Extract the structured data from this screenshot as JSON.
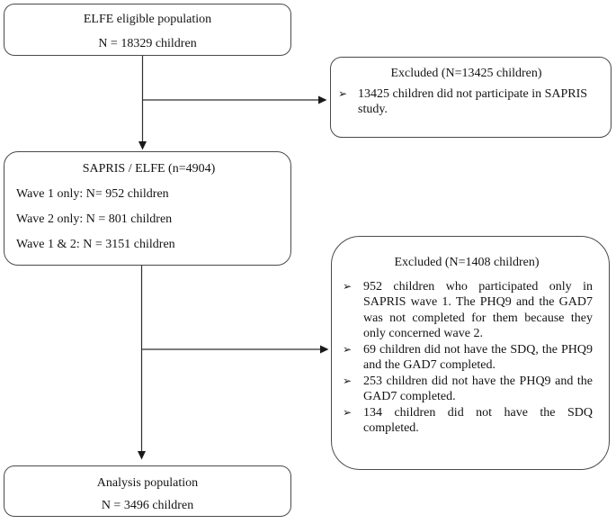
{
  "colors": {
    "border": "#4a4a4a",
    "line": "#2e2e2e",
    "text": "#141414",
    "background": "#ffffff"
  },
  "bullet_glyph": "➢",
  "boxes": {
    "eligible": {
      "line1": "ELFE eligible population",
      "line2": "N = 18329 children"
    },
    "excluded_sapris": {
      "title": "Excluded (N=13425 children)",
      "items": [
        "13425 children did not participate in SAPRIS study."
      ]
    },
    "sapris_elfe": {
      "title": "SAPRIS / ELFE (n=4904)",
      "lines": [
        "Wave 1 only: N= 952 children",
        "Wave 2 only: N = 801 children",
        "Wave 1 & 2: N = 3151 children"
      ]
    },
    "excluded_analysis": {
      "title": "Excluded (N=1408 children)",
      "items": [
        "952 children who participated only in SAPRIS wave 1. The PHQ9 and the GAD7 was not completed for them because they only concerned wave 2.",
        "69 children did not have the SDQ, the PHQ9 and the GAD7 completed.",
        "253 children did not have the PHQ9 and the GAD7 completed.",
        "134 children did not have the SDQ completed."
      ]
    },
    "analysis": {
      "line1": "Analysis population",
      "line2": "N = 3496 children"
    }
  }
}
